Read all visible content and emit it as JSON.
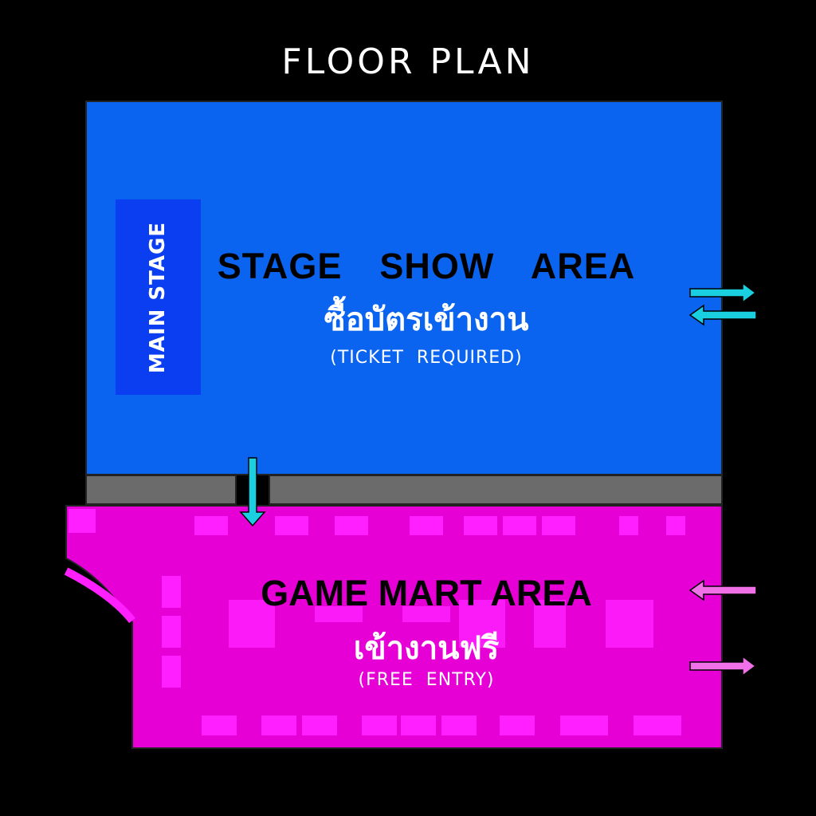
{
  "title": "FLOOR PLAN",
  "main_stage": {
    "label": "MAIN STAGE"
  },
  "stage_show_area": {
    "title": "STAGE  SHOW  AREA",
    "thai": "ซื้อบัตรเข้างาน",
    "note": "(TICKET  REQUIRED)"
  },
  "game_mart_area": {
    "title": "GAME MART AREA",
    "thai": "เข้างานฟรี",
    "note": "(FREE  ENTRY)"
  },
  "colors": {
    "background": "#000000",
    "stage_area": "#0a64f0",
    "main_stage": "#0a3ef0",
    "wall": "#6b6b6b",
    "game_area": "#e600d6",
    "booth": "#ff1fff",
    "arrow_cyan": "#1ad0e0",
    "arrow_pink": "#f070e8"
  },
  "icons": {
    "stage_arrows": "bidirectional-arrow-icon",
    "game_arrow_in": "arrow-left-icon",
    "game_arrow_out": "arrow-right-icon",
    "connector_arrow": "arrow-down-icon"
  }
}
